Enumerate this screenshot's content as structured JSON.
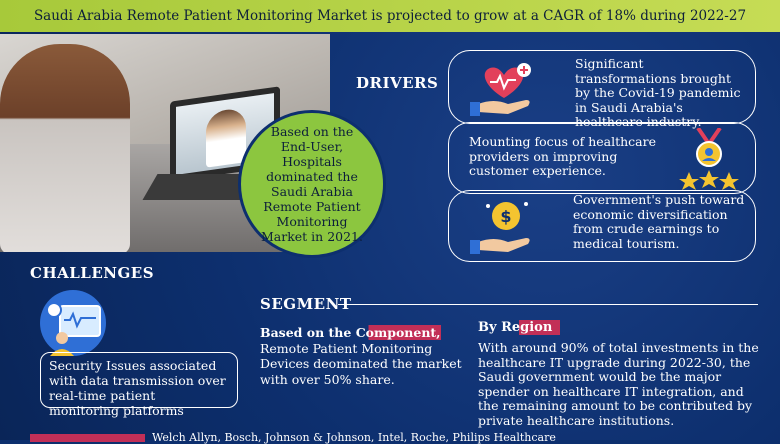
{
  "header": {
    "title": "Saudi Arabia Remote Patient Monitoring Market is projected to grow at a CAGR of 18% during 2022-27"
  },
  "hero": {
    "circle_text": "Based on the End-User, Hospitals dominated the Saudi Arabia Remote Patient Monitoring Market in 2021."
  },
  "drivers": {
    "title": "DRIVERS",
    "items": [
      {
        "text": "Significant transformations brought by the Covid-19 pandemic in Saudi Arabia's healthcare industry.",
        "icon": "heart-hand-icon"
      },
      {
        "text": "Mounting focus of healthcare providers on improving customer experience.",
        "icon": "award-stars-icon"
      },
      {
        "text": "Government's push toward economic diversification from crude earnings to medical tourism.",
        "icon": "money-hand-icon"
      }
    ]
  },
  "challenges": {
    "title": "CHALLENGES",
    "text": "Security Issues associated with data transmission over real-time patient monitoring platforms",
    "icon": "monitor-person-icon"
  },
  "segment": {
    "title": "SEGMENT",
    "component_lead": "Based on the Component,",
    "component_text": "Remote Patient Monitoring Devices deominated the market with over 50% share.",
    "region_title": "By Region",
    "region_text": "With around 90% of total investments in the healthcare IT upgrade during 2022-30, the Saudi government would be the major spender on healthcare IT integration, and the remaining amount to be contributed by private healthcare institutions."
  },
  "footer": {
    "players": "Welch Allyn, Bosch, Johnson & Johnson, Intel, Roche, Philips Healthcare"
  },
  "colors": {
    "background": "#0d2f6e",
    "topbar": "#a7c93a",
    "circle": "#8cc63f",
    "accent": "#c22f57",
    "icon_blue": "#2f6fd6"
  }
}
